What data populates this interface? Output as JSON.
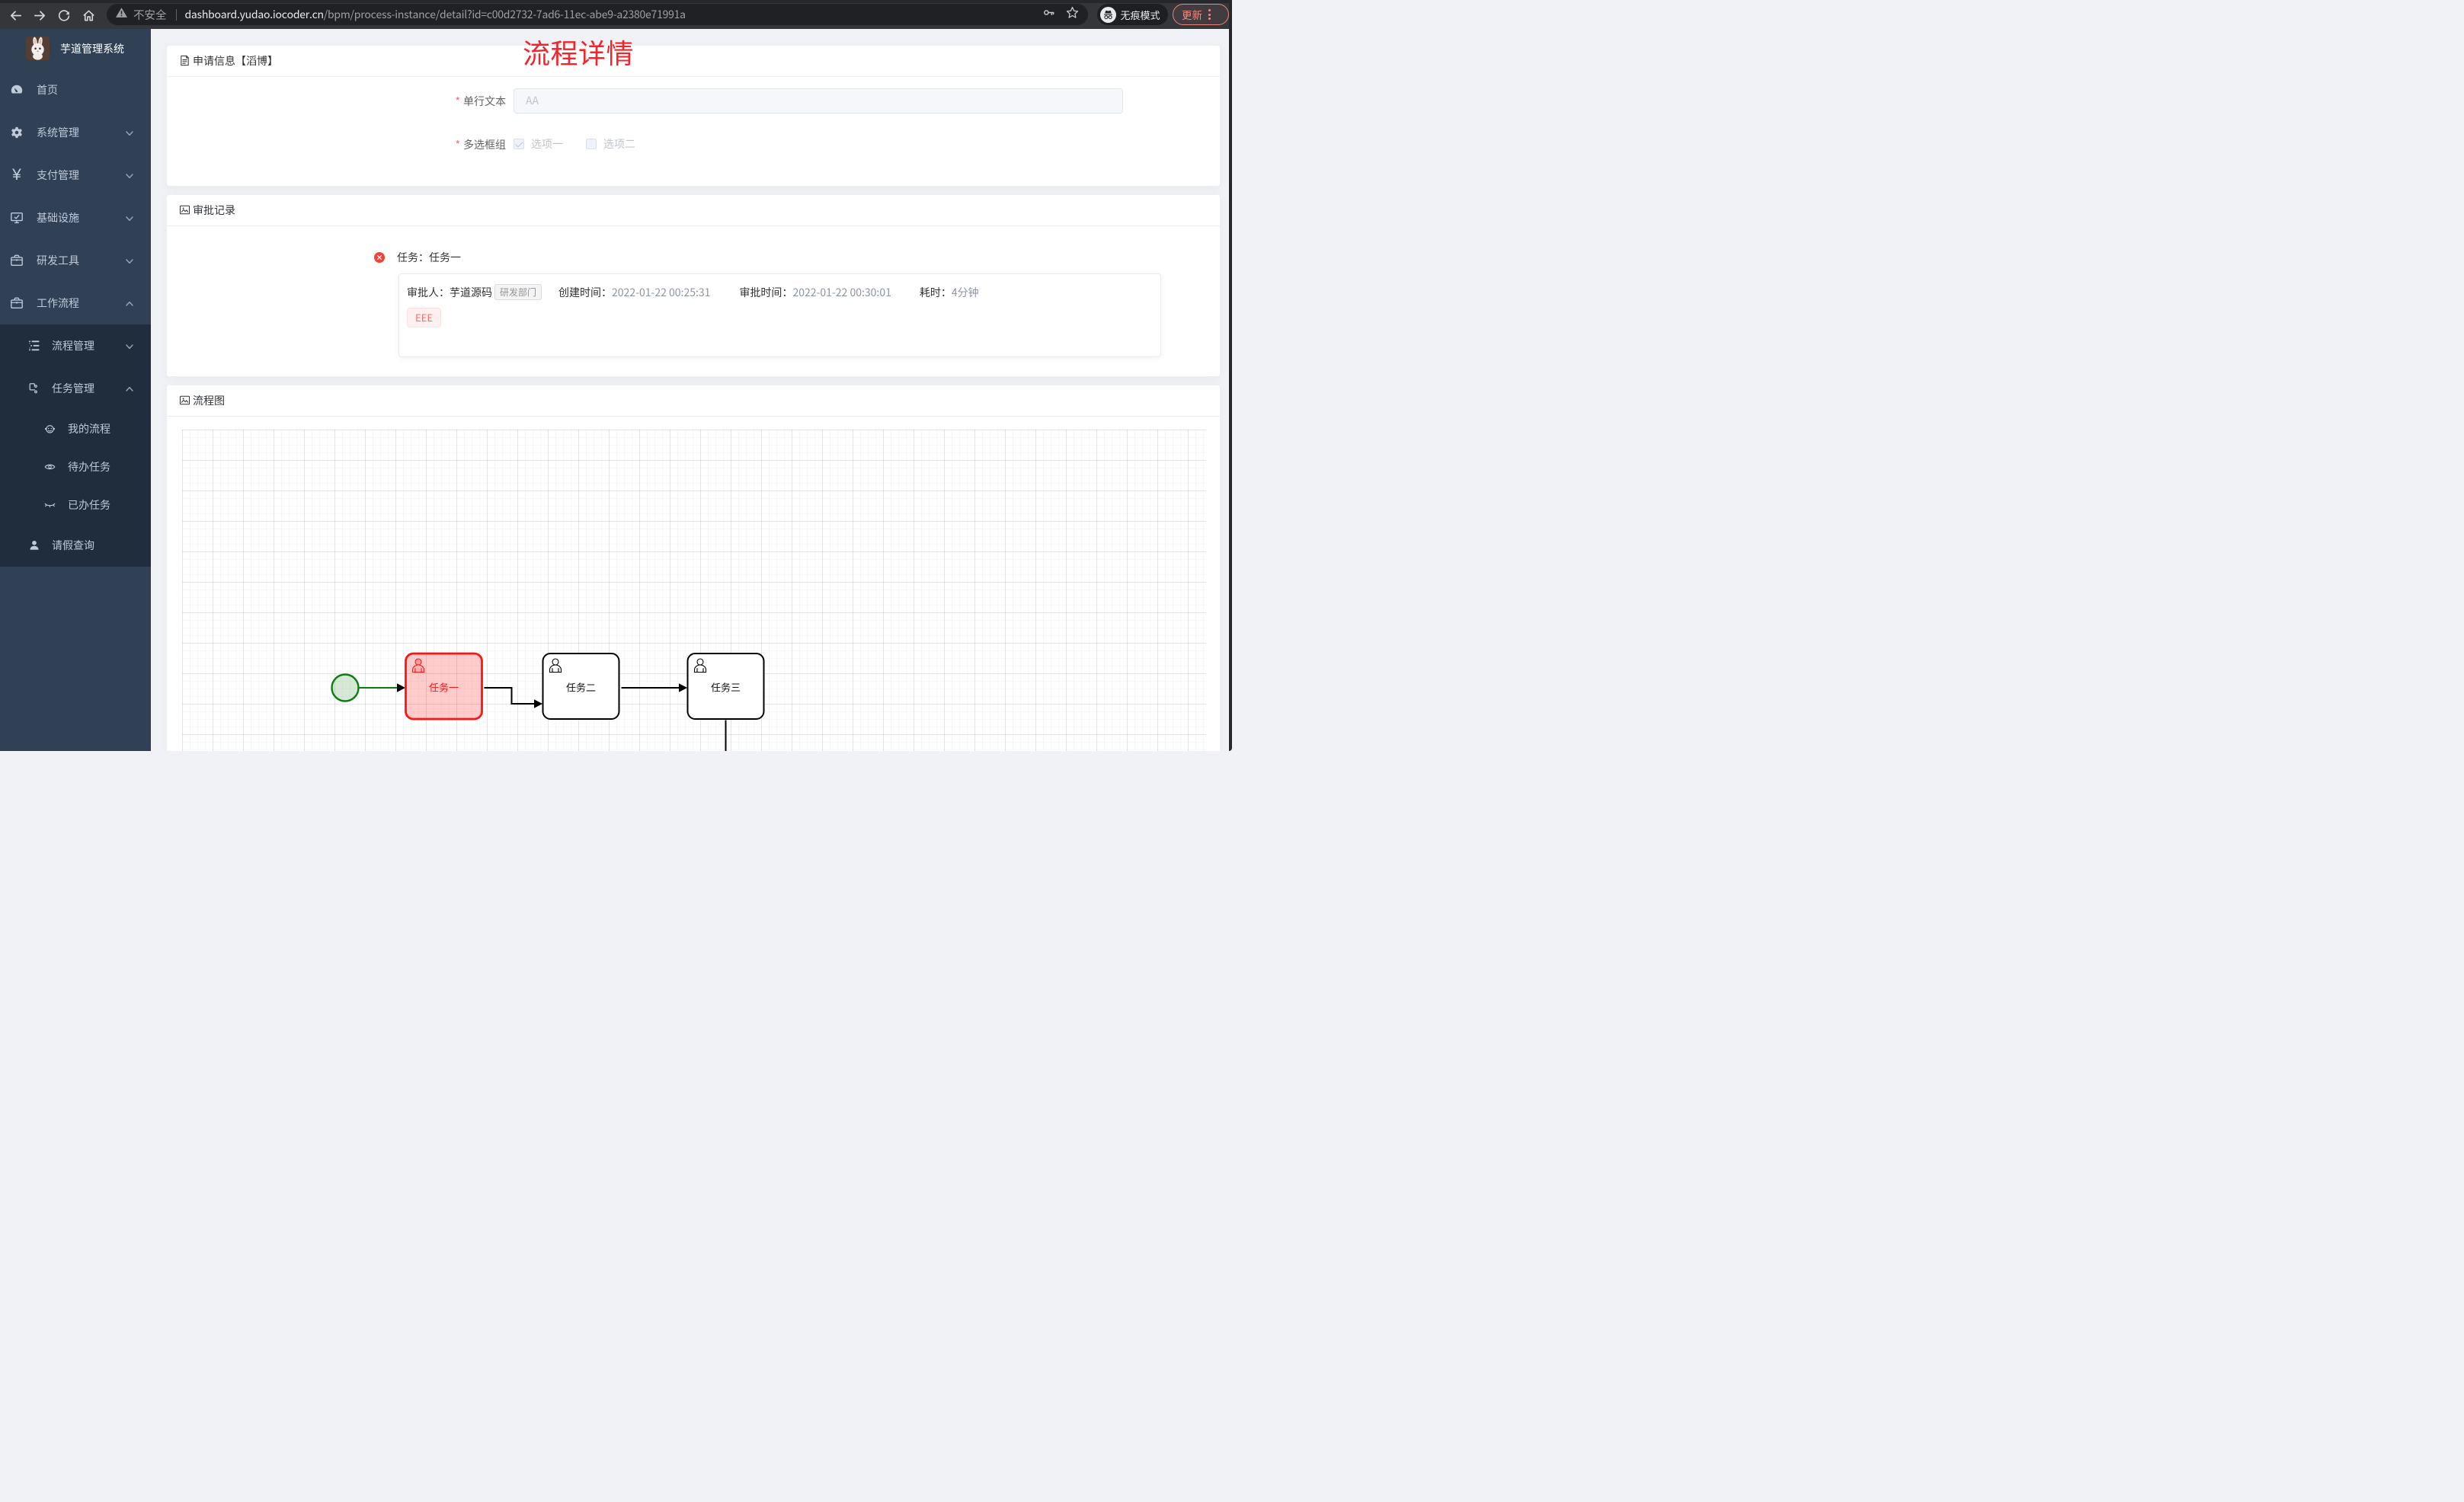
{
  "browser": {
    "security_label": "不安全",
    "url_domain": "dashboard.yudao.iocoder.cn",
    "url_path": "/bpm/process-instance/detail?id=c00d2732-7ad6-11ec-abe9-a2380e71991a",
    "incognito_label": "无痕模式",
    "update_label": "更新"
  },
  "sidebar": {
    "logo_title": "芋道管理系统",
    "items": [
      {
        "label": "首页",
        "icon": "dashboard-icon"
      },
      {
        "label": "系统管理",
        "icon": "gear-icon",
        "chevron": "down"
      },
      {
        "label": "支付管理",
        "icon": "yen-icon",
        "chevron": "down"
      },
      {
        "label": "基础设施",
        "icon": "monitor-icon",
        "chevron": "down"
      },
      {
        "label": "研发工具",
        "icon": "briefcase-icon",
        "chevron": "down"
      },
      {
        "label": "工作流程",
        "icon": "briefcase-icon",
        "chevron": "up"
      }
    ],
    "submenu": [
      {
        "label": "流程管理",
        "icon": "list-tree-icon",
        "chevron": "down",
        "level": 2
      },
      {
        "label": "任务管理",
        "icon": "flow-tree-icon",
        "chevron": "up",
        "level": 2
      },
      {
        "label": "我的流程",
        "icon": "robot-icon",
        "level": 3
      },
      {
        "label": "待办任务",
        "icon": "eye-icon",
        "level": 3
      },
      {
        "label": "已办任务",
        "icon": "eye-closed-icon",
        "level": 3
      },
      {
        "label": "请假查询",
        "icon": "user-icon",
        "level": 2
      }
    ]
  },
  "page": {
    "title": "流程详情",
    "apply_card": {
      "title": "申请信息【滔博】",
      "text_field": {
        "label": "单行文本",
        "value": "AA",
        "required": true,
        "disabled": true
      },
      "checkbox_field": {
        "label": "多选框组",
        "required": true,
        "disabled": true,
        "options": [
          {
            "label": "选项一",
            "checked": true
          },
          {
            "label": "选项二",
            "checked": false
          }
        ]
      }
    },
    "approve_card": {
      "title": "审批记录",
      "task_status": "rejected",
      "task_label": "任务：任务一",
      "approver_label": "审批人：",
      "approver": "芋道源码",
      "dept_tag": "研发部门",
      "create_label": "创建时间：",
      "create_time": "2022-01-22 00:25:31",
      "approve_label": "审批时间：",
      "approve_time": "2022-01-22 00:30:01",
      "duration_label": "耗时：",
      "duration": "4分钟",
      "comment_tag": "EEE"
    },
    "flow_card": {
      "title": "流程图",
      "start_event": {
        "type": "start",
        "status": "completed"
      },
      "tasks": [
        {
          "label": "任务一",
          "status": "rejected"
        },
        {
          "label": "任务二",
          "status": "pending"
        },
        {
          "label": "任务三",
          "status": "pending"
        }
      ]
    }
  },
  "colors": {
    "accent_red": "#f5232b",
    "danger": "#f56c6c",
    "sidebar_bg": "#304156",
    "submenu_bg": "#1f2d3d",
    "toolbar_bg": "#35363a",
    "highlight_green": "#0c7e10",
    "highlight_red": "#ff1414"
  }
}
